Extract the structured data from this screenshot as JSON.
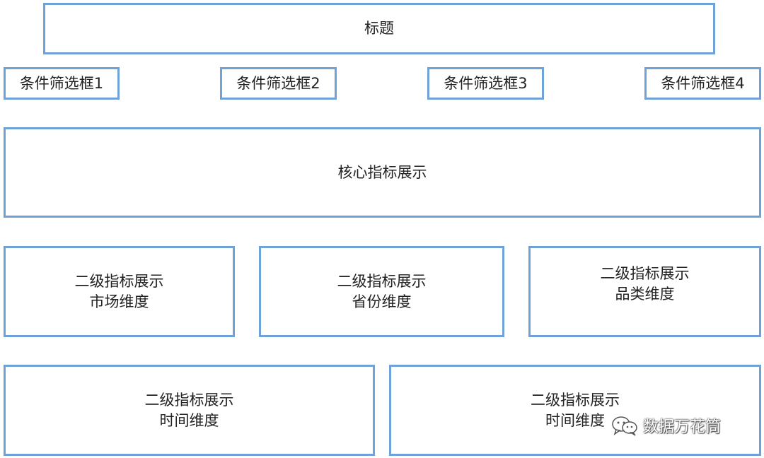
{
  "title": "标题",
  "filters": [
    "条件筛选框1",
    "条件筛选框2",
    "条件筛选框3",
    "条件筛选框4"
  ],
  "core": "核心指标展示",
  "secondary_row1": [
    {
      "line1": "二级指标展示",
      "line2": "市场维度"
    },
    {
      "line1": "二级指标展示",
      "line2": "省份维度"
    },
    {
      "line1": "二级指标展示",
      "line2": "品类维度"
    }
  ],
  "secondary_row2": [
    {
      "line1": "二级指标展示",
      "line2": "时间维度"
    },
    {
      "line1": "二级指标展示",
      "line2": "时间维度"
    }
  ],
  "watermark": {
    "icon": "wechat-icon",
    "text": "数据万花筒"
  },
  "colors": {
    "border": "#6fa3d8",
    "text": "#222222"
  }
}
